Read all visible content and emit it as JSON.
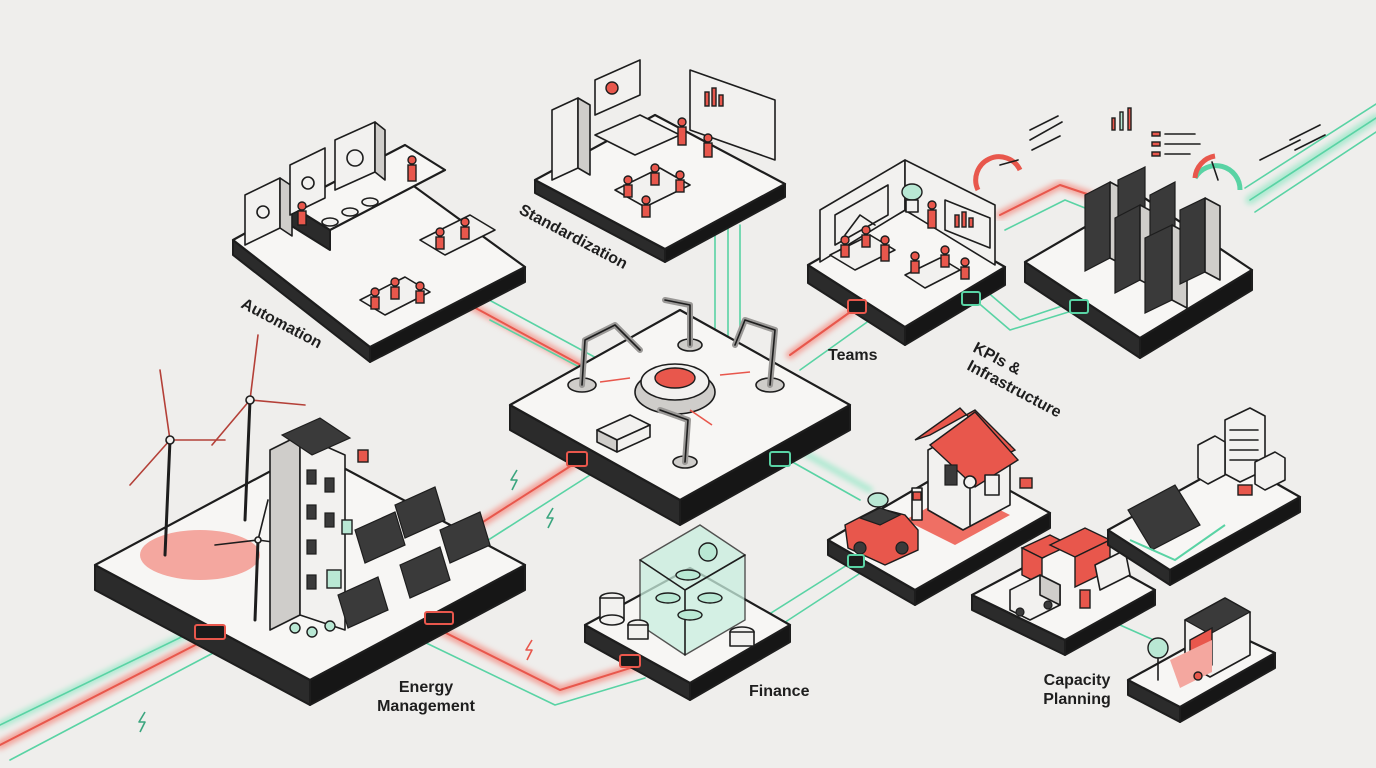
{
  "labels": {
    "automation": "Automation",
    "standardization": "Standardization",
    "teams": "Teams",
    "kpis_line1": "KPIs &",
    "kpis_line2": "Infrastructure",
    "energy_line1": "Energy",
    "energy_line2": "Management",
    "finance": "Finance",
    "capacity_line1": "Capacity",
    "capacity_line2": "Planning"
  },
  "colors": {
    "background": "#efeeec",
    "accent_red": "#e8574c",
    "accent_green": "#59d3a4",
    "ink": "#1d1d1d"
  }
}
